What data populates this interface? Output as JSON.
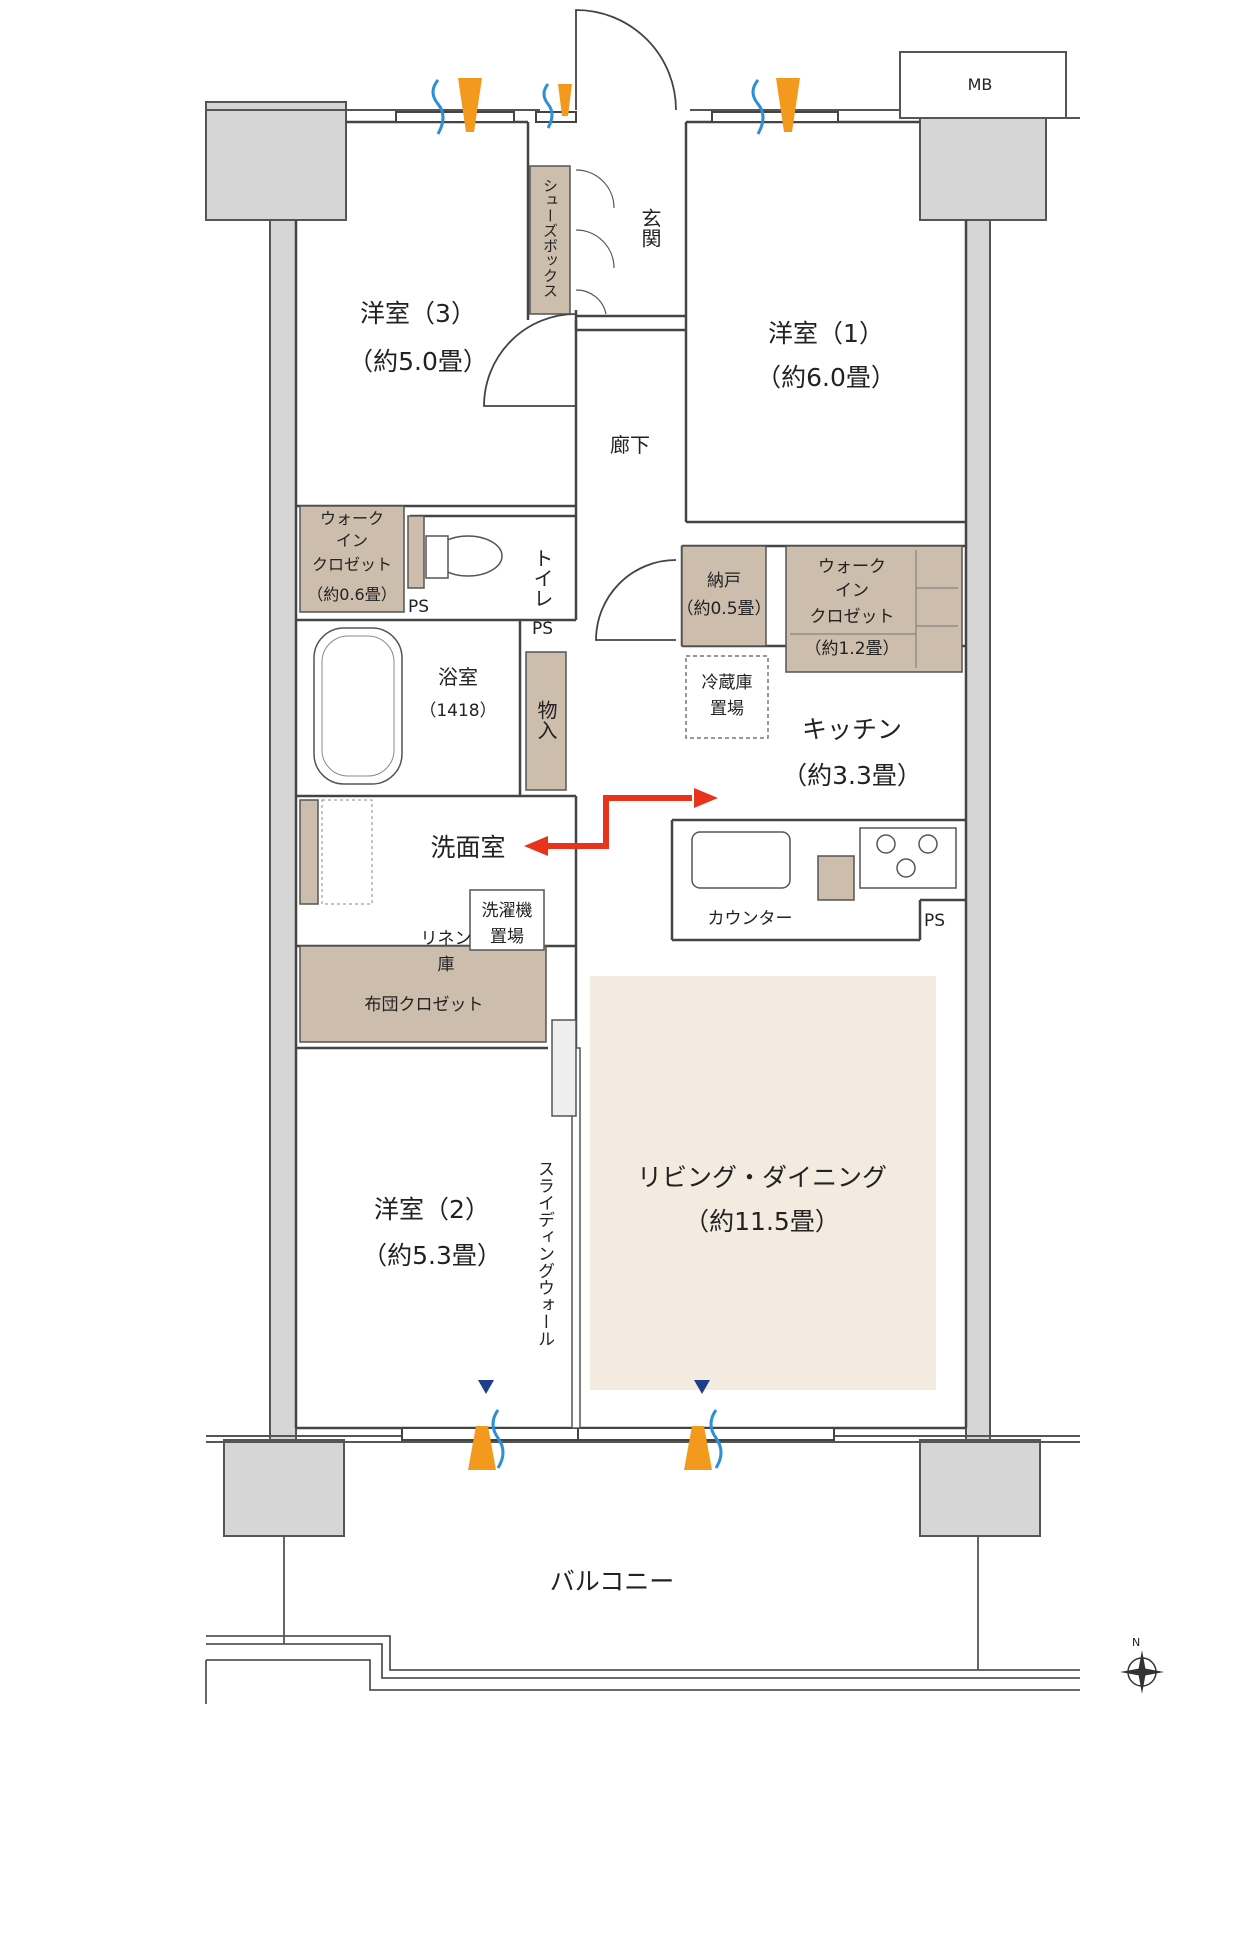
{
  "rooms": {
    "bedroom1": {
      "name": "洋室（1）",
      "size": "（約6.0畳）"
    },
    "bedroom2": {
      "name": "洋室（2）",
      "size": "（約5.3畳）"
    },
    "bedroom3": {
      "name": "洋室（3）",
      "size": "（約5.0畳）"
    },
    "living": {
      "name": "リビング・ダイニング",
      "size": "（約11.5畳）"
    },
    "kitchen": {
      "name": "キッチン",
      "size": "（約3.3畳）"
    },
    "entrance": "玄関",
    "corridor": "廊下",
    "toilet": "トイレ",
    "bathroom": {
      "name": "浴室",
      "size": "（1418）"
    },
    "washroom": "洗面室",
    "storeroom": {
      "name": "納戸",
      "size": "（約0.5畳）"
    },
    "wic_large": {
      "line1": "ウォーク",
      "line2": "イン",
      "line3": "クロゼット",
      "size": "（約1.2畳）"
    },
    "wic_small": {
      "line1": "ウォーク",
      "line2": "イン",
      "line3": "クロゼット",
      "size": "（約0.6畳）"
    },
    "balcony": "バルコニー"
  },
  "labels": {
    "shoe_box": "シューズボックス",
    "storage": "物入",
    "fridge_line1": "冷蔵庫",
    "fridge_line2": "置場",
    "washer_line1": "洗濯機",
    "washer_line2": "置場",
    "linen_line1": "リネン",
    "linen_line2": "庫",
    "futon_closet": "布団クロゼット",
    "counter": "カウンター",
    "sliding_wall": "スライディングウォール",
    "ps": "PS",
    "mb": "MB",
    "north": "N"
  },
  "colors": {
    "wall": "#d6d6d6",
    "storage_fill": "#cdbdad",
    "living_floor": "#f4ebe0",
    "arrow": "#e8341c",
    "wind_blue": "#2d8fd8",
    "wind_orange": "#f39a1e",
    "marker": "#1d3f8a"
  }
}
